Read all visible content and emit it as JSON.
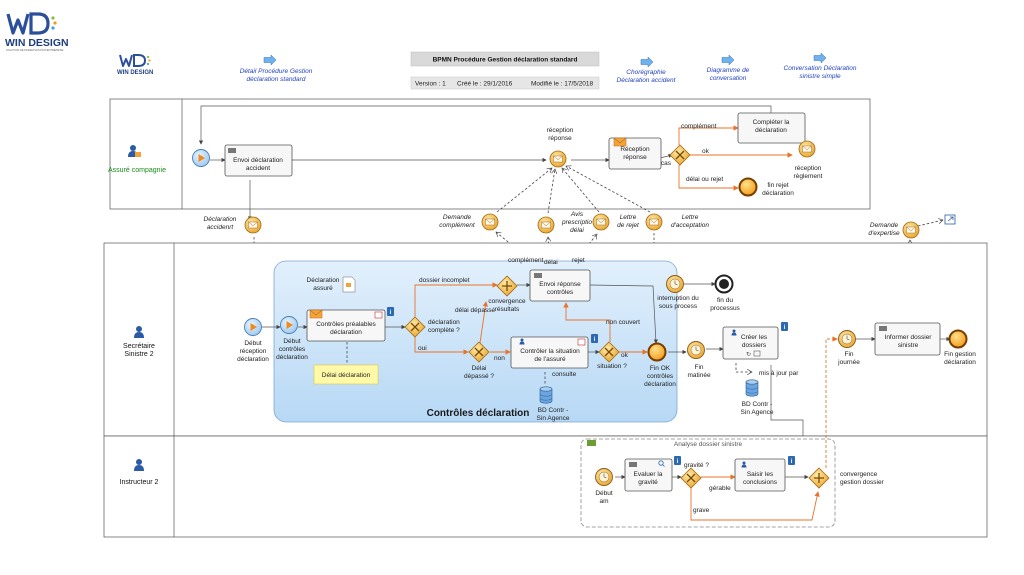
{
  "brand": {
    "logo_text": "WIN DESIGN",
    "logo_sub": "SOLUTION DE MODELISATION D'ENTREPRISE",
    "small_logo_text": "WIN DESIGN"
  },
  "header": {
    "title": "BPMN Procédure Gestion déclaration standard",
    "version": "Version : 1",
    "created": "Créé le : 29/1/2016",
    "modified": "Modifié le : 17/5/2018",
    "links": [
      {
        "line1": "Détail Procédure Gestion",
        "line2": "déclaration standard"
      },
      {
        "line1": "Chorégraphie",
        "line2": "Déclaration accident"
      },
      {
        "line1": "Diagramme de",
        "line2": "conversation"
      },
      {
        "line1": "Conversation Déclaration",
        "line2": "sinistre simple"
      }
    ]
  },
  "lanes": {
    "assure": "Assuré compagnie",
    "secretaire_1": "Secrétaire",
    "secretaire_2": "Sinistre 2",
    "instructeur": "Instructeur 2"
  },
  "colors": {
    "link_blue": "#1f3fbf",
    "flow_orange": "#e8732a",
    "lane_green": "#1a8a1a",
    "subprocess_blue": "#bcdcf7",
    "gateway_gold": "#f2b33d"
  },
  "pool1": {
    "task_envoi": [
      "Envoi déclaration",
      "accident"
    ],
    "reception_reponse_event": [
      "réception",
      "réponse"
    ],
    "task_reception": [
      "Réception",
      "réponse"
    ],
    "gw_label": "cas",
    "flow_complement": "complément",
    "flow_ok": "ok",
    "flow_delai": "délai ou rejet",
    "task_completer": [
      "Compléter la",
      "déclaration"
    ],
    "end_reglement": [
      "réception",
      "règlement"
    ],
    "end_rejet": [
      "fin rejet",
      "déclaration"
    ]
  },
  "messages": {
    "declaration": [
      "Déclaration",
      "accidenrt"
    ],
    "demande": [
      "Demande",
      "complément"
    ],
    "avis": [
      "Avis",
      "prescriptio",
      "délai"
    ],
    "lettre_rejet": [
      "Lettre",
      "de rejet"
    ],
    "lettre_accept": [
      "Lettre",
      "d'acceptation"
    ],
    "expertise": [
      "Demande",
      "d'expertise"
    ]
  },
  "pool2": {
    "debut_reception": [
      "Début",
      "réception",
      "déclaration"
    ],
    "debut_controles": [
      "Début",
      "contrôles",
      "déclaration"
    ],
    "task_controles": [
      "Contrôles préalables",
      "déclaration"
    ],
    "data_declaration": [
      "Déclaration",
      "assuré"
    ],
    "delai_declaration": "Délai déclaration",
    "gw_complete": [
      "déclaration",
      "complète ?"
    ],
    "flow_incomplet": "dossier incomplet",
    "flow_delai_depasse": "délai dépassé",
    "flow_oui": "oui",
    "flow_non": "non",
    "convergence": [
      "convergence",
      "résultats"
    ],
    "delai_depasse_q": [
      "Délai",
      "dépassé ?"
    ],
    "task_envoi_rep": [
      "Envoi réponse",
      "contrôles"
    ],
    "msg_complement": "complément",
    "msg_delai": "délai",
    "msg_rejet": "rejet",
    "task_controler": [
      "Contrôler la situation",
      "de l'assuré"
    ],
    "consulte": "consulte",
    "situation_q": "situation ?",
    "flow_ok": "ok",
    "flow_non_couvert": "non couvert",
    "fin_ok": [
      "Fin OK",
      "contrôles",
      "déclaration"
    ],
    "db1": [
      "BD Contr -",
      "Sin Agence"
    ],
    "subprocess_title": "Contrôles déclaration",
    "interruption": [
      "interruption du",
      "sous process"
    ],
    "fin_processus": [
      "fin du",
      "processus"
    ],
    "fin_matinee": [
      "Fin",
      "matinée"
    ],
    "task_creer": [
      "Créer les",
      "dossiers"
    ],
    "maj": "mis à jour par",
    "db2": [
      "BD Contr -",
      "Sin Agence"
    ],
    "fin_journee": [
      "Fin",
      "journée"
    ],
    "task_informer": [
      "Informer dossier",
      "sinistre"
    ],
    "fin_gestion": [
      "Fin gestion",
      "déclaration"
    ]
  },
  "pool3": {
    "group_title": "Analyse dossier sinistre",
    "debut_am": [
      "Début",
      "am"
    ],
    "task_evaluer": [
      "Evaluer la",
      "gravité"
    ],
    "gravite_q": "gravité ?",
    "flow_gerable": "gérable",
    "flow_grave": "grave",
    "task_saisir": [
      "Saisir les",
      "conclusions"
    ],
    "convergence": [
      "convergence",
      "gestion dossier"
    ]
  }
}
